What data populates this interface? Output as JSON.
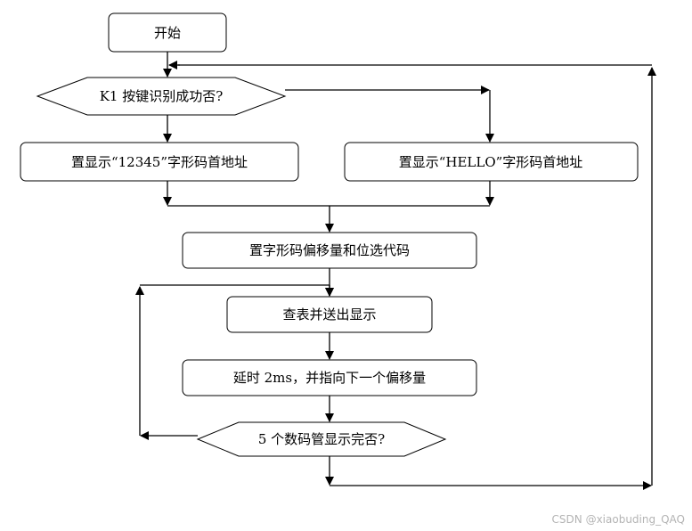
{
  "nodes": {
    "start": "开始",
    "k1_check": "K1 按键识别成功否?",
    "set_12345": "置显示“12345”字形码首地址",
    "set_hello": "置显示“HELLO”字形码首地址",
    "set_offset": "置字形码偏移量和位选代码",
    "lookup_send": "查表并送出显示",
    "delay": "延时 2ms，并指向下一个偏移量",
    "five_done": "5 个数码管显示完否?"
  },
  "watermark": "CSDN @xiaobuding_QAQ",
  "colors": {
    "stroke": "#000000",
    "fill": "#ffffff",
    "watermark": "#b4b4b4"
  }
}
